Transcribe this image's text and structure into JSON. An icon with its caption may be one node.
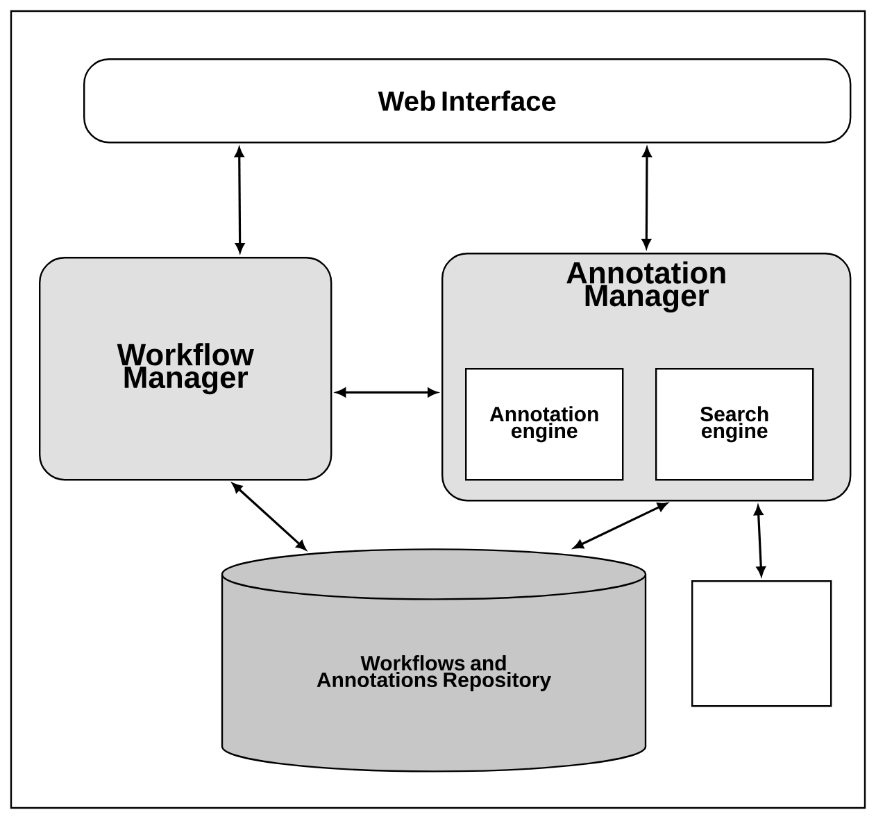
{
  "diagram": {
    "nodes": [
      {
        "text": [
          "Web Interface"
        ]
      },
      {
        "text": [
          "Workflow Manager"
        ]
      },
      {
        "text": [
          "Annotation Manager"
        ]
      },
      {
        "text": [
          "Annotation engine"
        ],
        "in": 2
      },
      {
        "text": [
          "Search engine"
        ],
        "in": 2
      },
      {
        "text": [
          "Workflows and Annotations Repository"
        ]
      },
      {
        "text": [],
        "shape": "box"
      }
    ],
    "edges": [
      {
        "from": 0,
        "to": 1,
        "arrow": "both"
      },
      {
        "from": 0,
        "to": 2,
        "arrow": "both"
      },
      {
        "from": 1,
        "to": 2,
        "arrow": "both"
      },
      {
        "from": 1,
        "to": 5,
        "arrow": "both"
      },
      {
        "from": 2,
        "to": 5,
        "arrow": "both"
      },
      {
        "from": 2,
        "to": 6,
        "arrow": "both"
      }
    ]
  }
}
